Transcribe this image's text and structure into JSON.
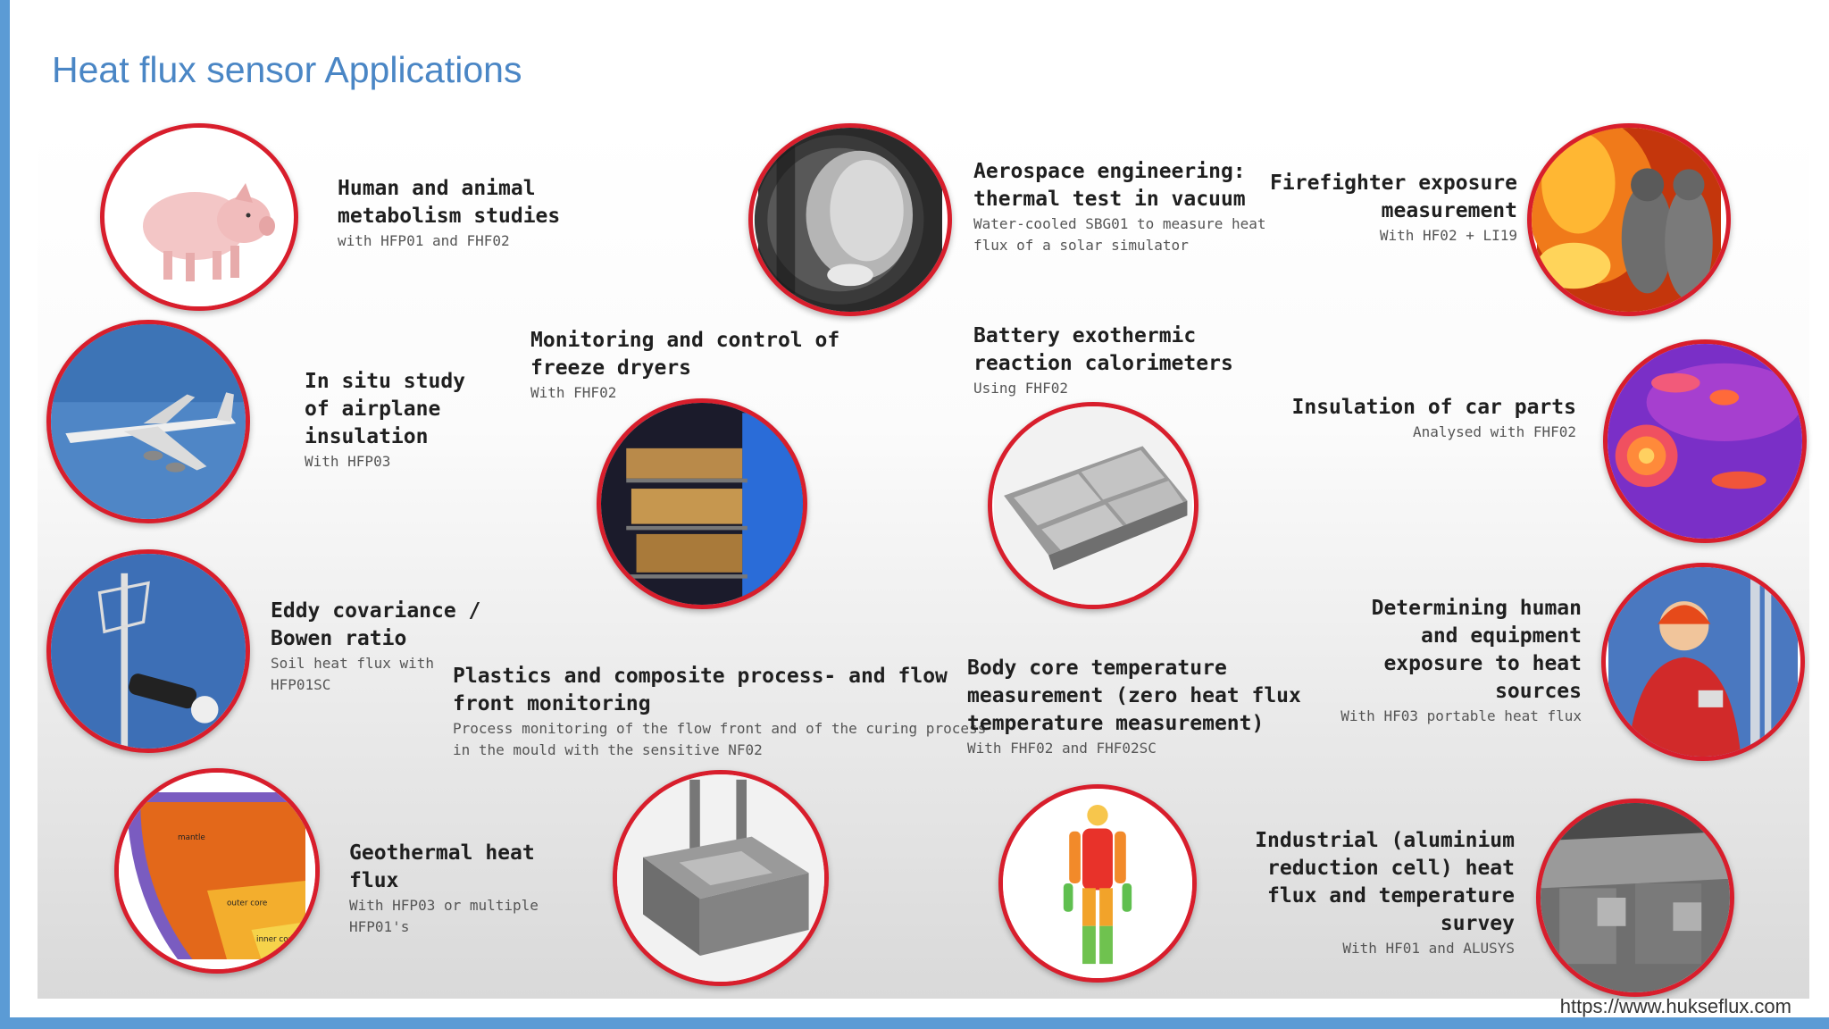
{
  "slide": {
    "title": "Heat flux sensor Applications"
  },
  "footer": {
    "url": "https://www.hukseflux.com"
  },
  "applications": [
    {
      "title": "Human and animal\nmetabolism studies",
      "note": "with HFP01 and FHF02",
      "image_icon": "pig-icon"
    },
    {
      "title": "Aerospace engineering:\nthermal test in vacuum",
      "note": "Water-cooled SBG01 to measure heat\nflux of a solar simulator",
      "image_icon": "solar-simulator-icon"
    },
    {
      "title": "Firefighter exposure\nmeasurement",
      "note": "With HF02 + LI19",
      "image_icon": "firefighter-icon"
    },
    {
      "title": "In situ study\nof airplane\ninsulation",
      "note": "With HFP03",
      "image_icon": "airplane-icon"
    },
    {
      "title": "Monitoring and control of\nfreeze dryers",
      "note": "With FHF02",
      "image_icon": "freeze-dryer-icon"
    },
    {
      "title": "Battery exothermic\nreaction calorimeters",
      "note": "Using FHF02",
      "image_icon": "battery-pack-icon"
    },
    {
      "title": "Insulation of car parts",
      "note": "Analysed with FHF02",
      "image_icon": "thermal-image-icon"
    },
    {
      "title": "Eddy covariance /\nBowen ratio",
      "note": "Soil heat flux with\nHFP01SC",
      "image_icon": "weather-mast-icon"
    },
    {
      "title": "Plastics and composite process- and flow\nfront monitoring",
      "note": "Process monitoring of the flow front and of the curing process\nin the mould with the sensitive NF02",
      "image_icon": "mould-icon"
    },
    {
      "title": "Body core temperature\nmeasurement (zero heat flux\ntemperature measurement)",
      "note": "With FHF02 and FHF02SC",
      "image_icon": "body-thermal-icon"
    },
    {
      "title": "Determining human\nand equipment\nexposure to heat\nsources",
      "note": "With HF03 portable heat flux",
      "image_icon": "worker-icon"
    },
    {
      "title": "Geothermal heat\nflux",
      "note": "With HFP03 or multiple\nHFP01's",
      "image_icon": "earth-layers-icon"
    },
    {
      "title": "Industrial (aluminium\nreduction cell) heat\nflux and temperature\nsurvey",
      "note": "With HF01 and ALUSYS",
      "image_icon": "reduction-cell-icon"
    }
  ],
  "earth_diagram": {
    "mantle": "mantle",
    "outer_core": "outer\ncore",
    "inner_core": "inner\ncore"
  },
  "colors": {
    "accent": "#d81e2c",
    "title": "#4a86c5",
    "frame": "#5b9bd5"
  }
}
